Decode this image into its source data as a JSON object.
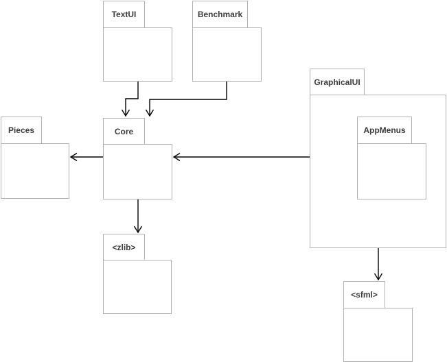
{
  "diagram": {
    "type": "uml-package-diagram",
    "packages": [
      {
        "name": "TextUI",
        "parent": null
      },
      {
        "name": "Benchmark",
        "parent": null
      },
      {
        "name": "GraphicalUI",
        "parent": null
      },
      {
        "name": "AppMenus",
        "parent": "GraphicalUI"
      },
      {
        "name": "Pieces",
        "parent": null
      },
      {
        "name": "Core",
        "parent": null
      },
      {
        "name": "<zlib>",
        "parent": null
      },
      {
        "name": "<sfml>",
        "parent": null
      }
    ],
    "dependencies": [
      {
        "from": "TextUI",
        "to": "Core"
      },
      {
        "from": "Benchmark",
        "to": "Core"
      },
      {
        "from": "GraphicalUI",
        "to": "Core"
      },
      {
        "from": "Core",
        "to": "Pieces"
      },
      {
        "from": "Core",
        "to": "<zlib>"
      },
      {
        "from": "GraphicalUI",
        "to": "<sfml>"
      }
    ],
    "colors": {
      "background": "#ffffff",
      "package_border": "#b1b1b1",
      "package_fill": "#ffffff",
      "arrow": "#000000",
      "label_text": "#3c3c3c"
    }
  }
}
